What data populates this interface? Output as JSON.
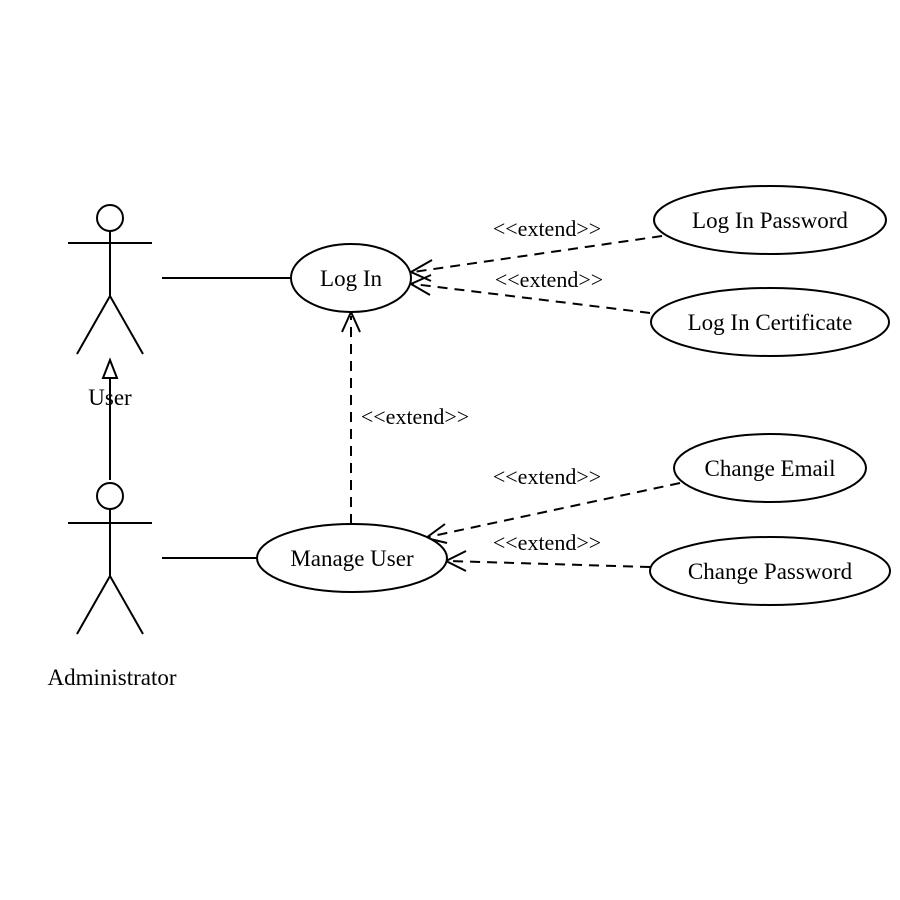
{
  "actors": {
    "user": "User",
    "administrator": "Administrator"
  },
  "use_cases": {
    "log_in": "Log In",
    "log_in_password": "Log In Password",
    "log_in_certificate": "Log In Certificate",
    "manage_user": "Manage User",
    "change_email": "Change Email",
    "change_password": "Change Password"
  },
  "relationships": {
    "extend_log_in_password": "<<extend>>",
    "extend_log_in_certificate": "<<extend>>",
    "extend_manage_user": "<<extend>>",
    "extend_change_email": "<<extend>>",
    "extend_change_password": "<<extend>>"
  }
}
